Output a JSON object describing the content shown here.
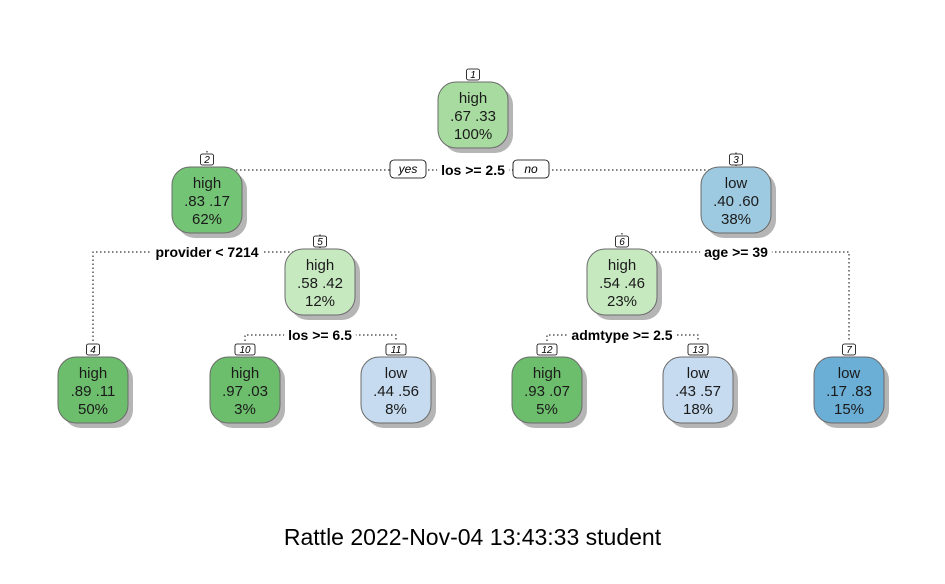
{
  "nodes": [
    {
      "id": "1",
      "class": "high",
      "probs": ".67  .33",
      "pct": "100%",
      "color": "#a8dba0"
    },
    {
      "id": "2",
      "class": "high",
      "probs": ".83  .17",
      "pct": "62%",
      "color": "#74c476"
    },
    {
      "id": "3",
      "class": "low",
      "probs": ".40  .60",
      "pct": "38%",
      "color": "#9ecae1"
    },
    {
      "id": "5",
      "class": "high",
      "probs": ".58  .42",
      "pct": "12%",
      "color": "#c7e9c0"
    },
    {
      "id": "6",
      "class": "high",
      "probs": ".54  .46",
      "pct": "23%",
      "color": "#c7e9c0"
    },
    {
      "id": "4",
      "class": "high",
      "probs": ".89  .11",
      "pct": "50%",
      "color": "#6cbd6c"
    },
    {
      "id": "10",
      "class": "high",
      "probs": ".97  .03",
      "pct": "3%",
      "color": "#6cbd6c"
    },
    {
      "id": "11",
      "class": "low",
      "probs": ".44  .56",
      "pct": "8%",
      "color": "#c6dbef"
    },
    {
      "id": "12",
      "class": "high",
      "probs": ".93  .07",
      "pct": "5%",
      "color": "#6cbd6c"
    },
    {
      "id": "13",
      "class": "low",
      "probs": ".43  .57",
      "pct": "18%",
      "color": "#c6dbef"
    },
    {
      "id": "7",
      "class": "low",
      "probs": ".17  .83",
      "pct": "15%",
      "color": "#6baed6"
    }
  ],
  "splits": [
    {
      "label": "los >= 2.5"
    },
    {
      "label": "provider < 7214"
    },
    {
      "label": "age >= 39"
    },
    {
      "label": "los >= 6.5"
    },
    {
      "label": "admtype >= 2.5"
    }
  ],
  "yes_label": "yes",
  "no_label": "no",
  "caption": "Rattle 2022-Nov-04 13:43:33 student"
}
